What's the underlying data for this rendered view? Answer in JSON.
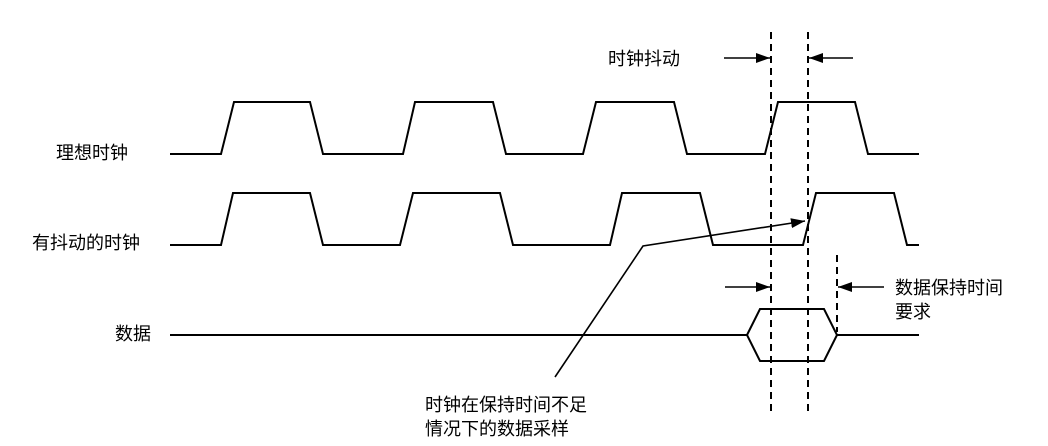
{
  "signals": {
    "ideal_clock": "理想时钟",
    "jitter_clock": "有抖动的时钟",
    "data": "数据"
  },
  "annotations": {
    "clock_jitter": "时钟抖动",
    "hold_requirement_line1": "数据保持时间",
    "hold_requirement_line2": "要求",
    "sampling_note_line1": "时钟在保持时间不足",
    "sampling_note_line2": "情况下的数据采样"
  }
}
